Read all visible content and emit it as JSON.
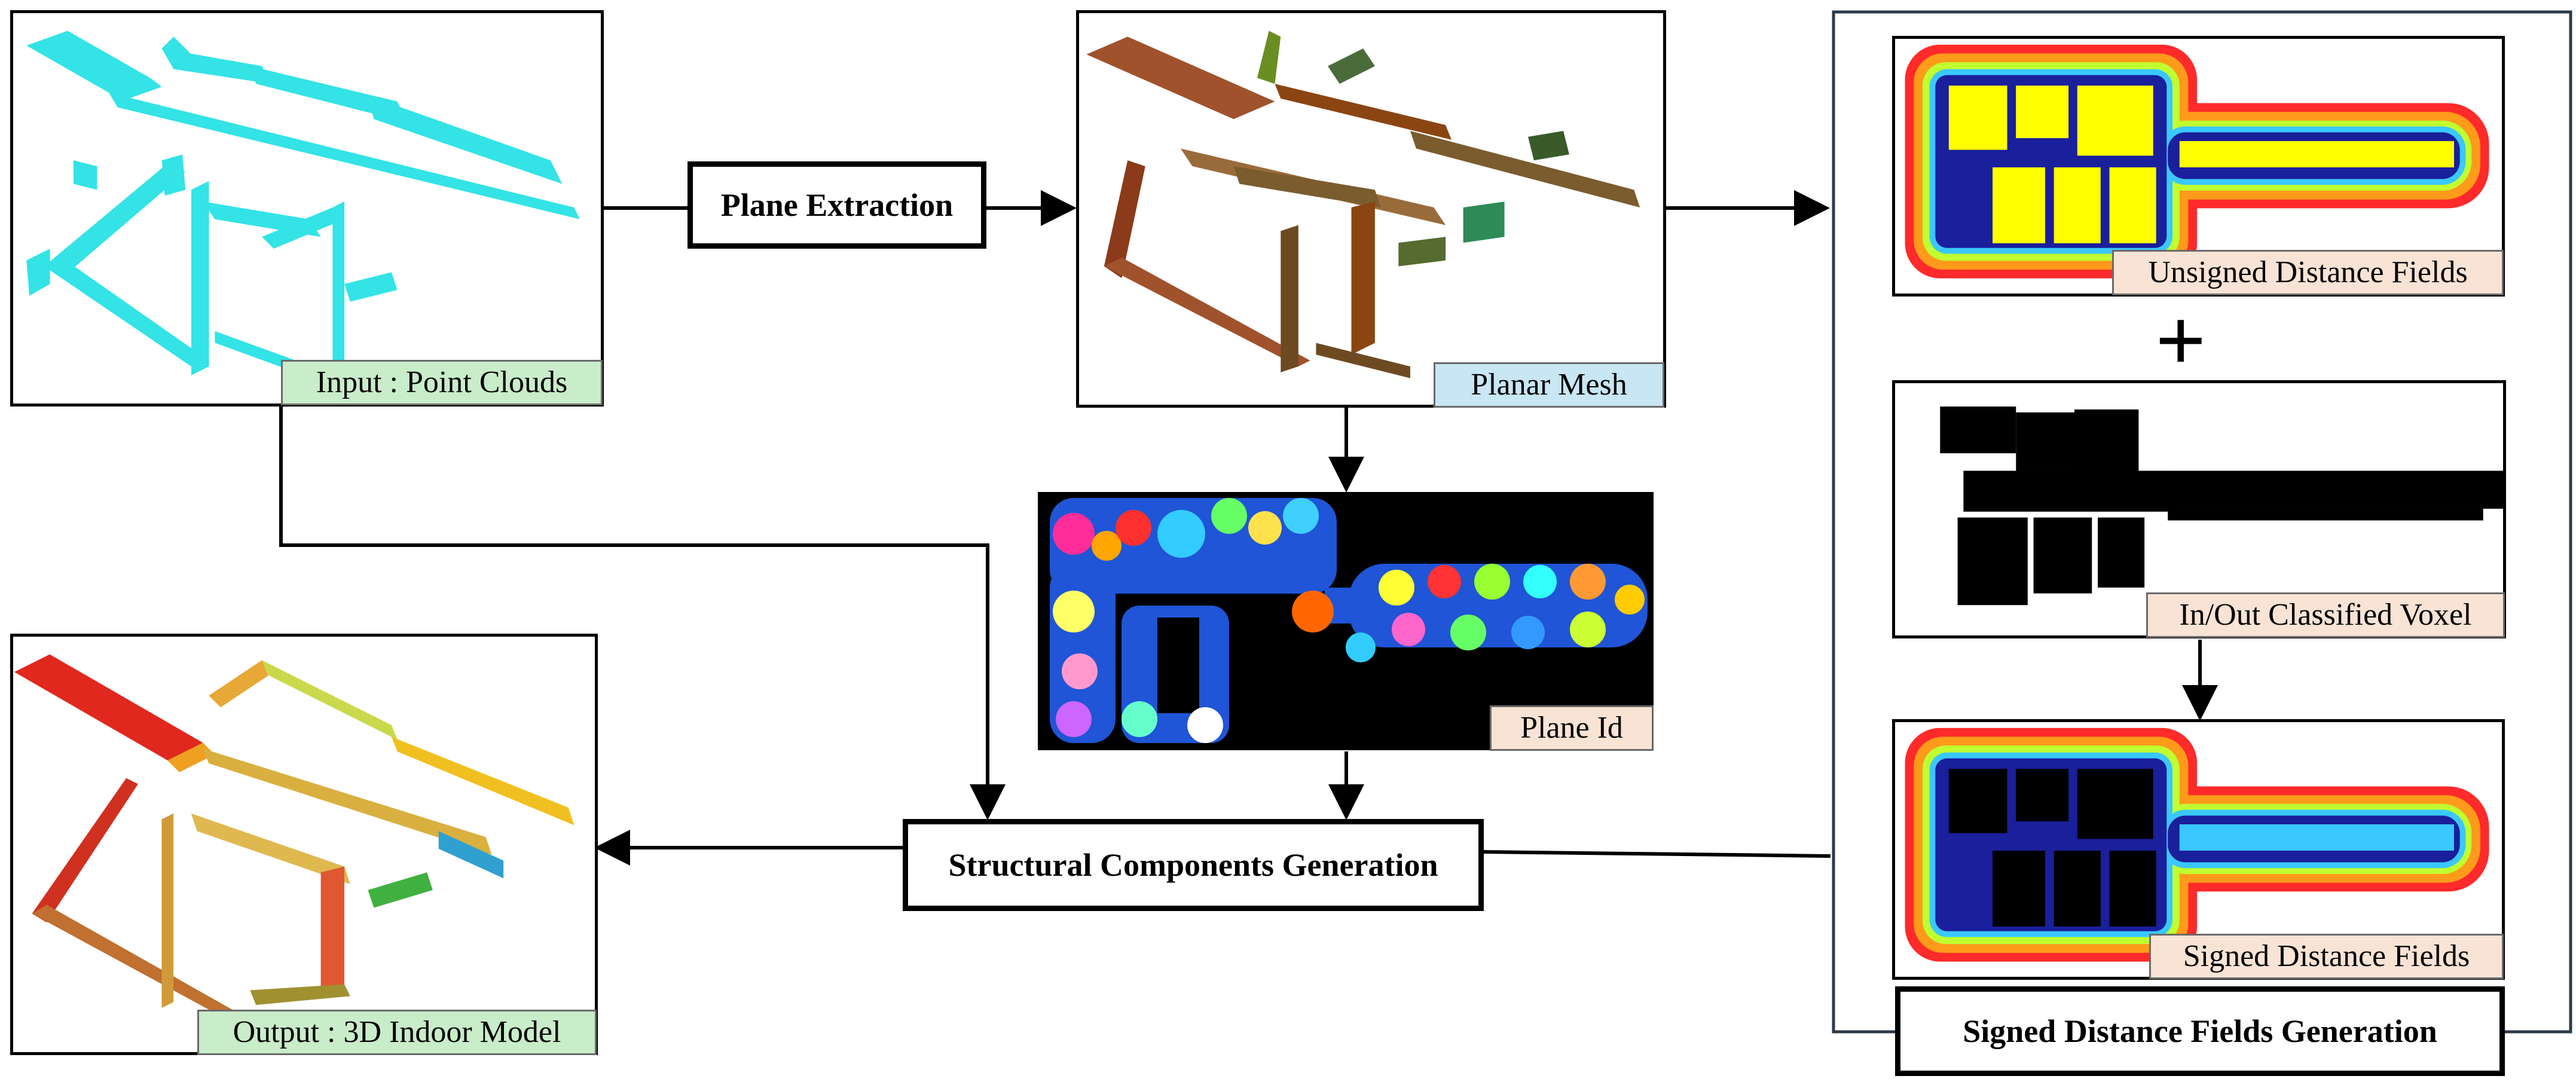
{
  "nodes": {
    "input": {
      "label": "Input : Point Clouds",
      "color": "#c9ecc9"
    },
    "planar_mesh": {
      "label": "Planar Mesh",
      "color": "#c8e6f3"
    },
    "plane_id": {
      "label": "Plane Id",
      "color": "#f9e3d4"
    },
    "unsigned_df": {
      "label": "Unsigned Distance Fields",
      "color": "#f9e3d4"
    },
    "inout_voxel": {
      "label": "In/Out Classified Voxel",
      "color": "#f9e3d4"
    },
    "signed_df": {
      "label": "Signed Distance Fields",
      "color": "#f9e3d4"
    },
    "output": {
      "label": "Output : 3D Indoor Model",
      "color": "#c9ecc9"
    }
  },
  "steps": {
    "plane_extraction": "Plane Extraction",
    "structural_components": "Structural Components Generation",
    "sdf_generation": "Signed Distance Fields Generation"
  },
  "operator": "+",
  "point_cloud_color": "#33e3e6"
}
